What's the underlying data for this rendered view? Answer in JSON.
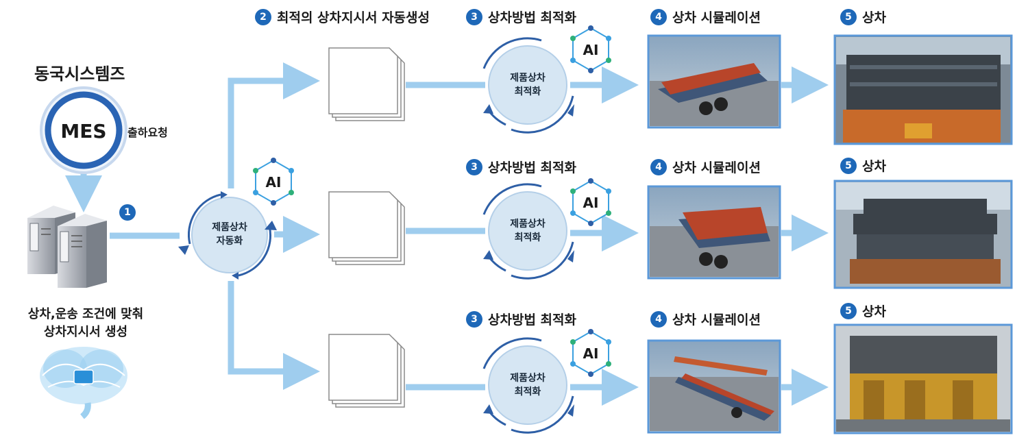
{
  "company": "동국시스템즈",
  "mes": {
    "label": "MES",
    "request": "출하요청"
  },
  "left_caption": [
    "상차,운송 조건에 맞춰",
    "상차지시서 생성"
  ],
  "ai_label": "AI",
  "center_node": [
    "제품상차",
    "자동화"
  ],
  "opt_node": [
    "제품상차",
    "최적화"
  ],
  "steps": {
    "s1": "1",
    "s2": {
      "num": "2",
      "label": "최적의 상차지시서 자동생성"
    },
    "s3": {
      "num": "3",
      "label": "상차방법 최적화"
    },
    "s4": {
      "num": "4",
      "label": "상차 시뮬레이션"
    },
    "s5": {
      "num": "5",
      "label": "상차"
    }
  },
  "colors": {
    "arrow": "#9fcdee",
    "ring": "#2e5fa6",
    "badge": "#1e68b8",
    "node": "#d6e6f3"
  }
}
